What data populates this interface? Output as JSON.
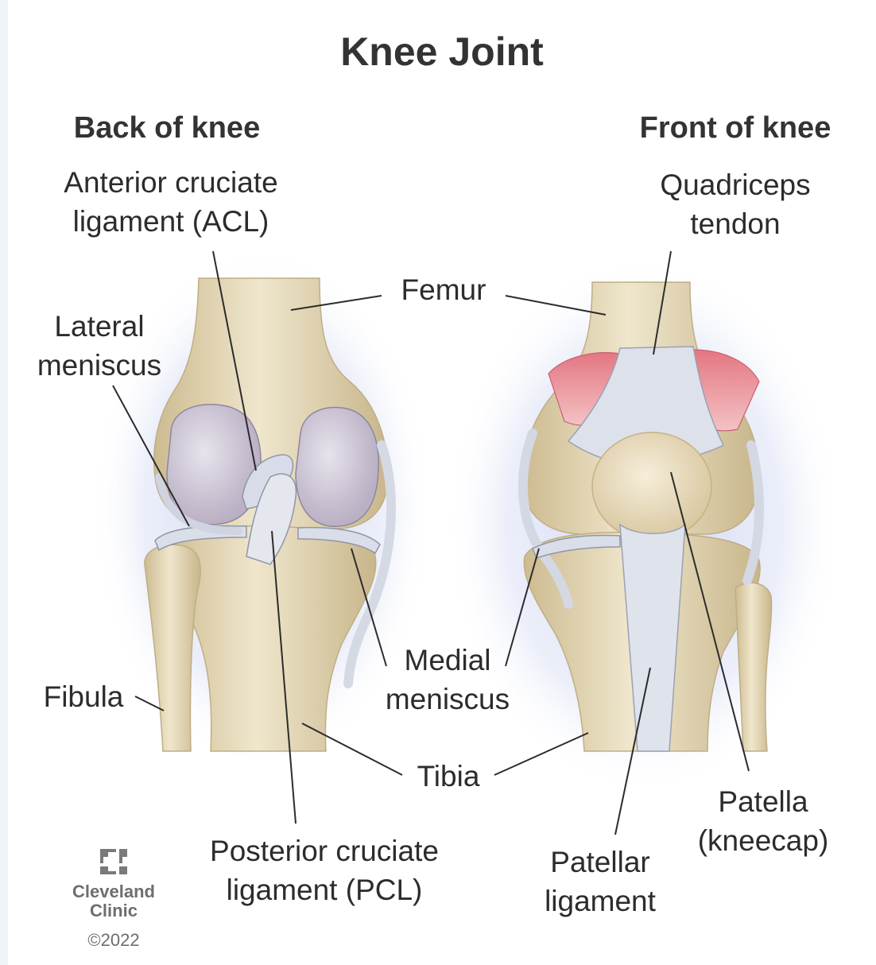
{
  "title": "Knee Joint",
  "views": {
    "back": "Back of knee",
    "front": "Front of knee"
  },
  "labels": {
    "acl": [
      "Anterior cruciate",
      "ligament (ACL)"
    ],
    "lateral_meniscus": [
      "Lateral",
      "meniscus"
    ],
    "femur": "Femur",
    "quadriceps_tendon": [
      "Quadriceps",
      "tendon"
    ],
    "medial_meniscus": [
      "Medial",
      "meniscus"
    ],
    "fibula": "Fibula",
    "tibia": "Tibia",
    "pcl": [
      "Posterior cruciate",
      "ligament (PCL)"
    ],
    "patellar_ligament": [
      "Patellar",
      "ligament"
    ],
    "patella": [
      "Patella",
      "(kneecap)"
    ]
  },
  "logo": {
    "name": [
      "Cleveland",
      "Clinic"
    ],
    "year": "©2022"
  },
  "colors": {
    "bone": "#e6dcc0",
    "bone_shadow": "#c9b88f",
    "cartilage": "#cfc8d6",
    "ligament": "#d8dce6",
    "muscle": "#df8892",
    "glow": "#c6cff0",
    "text": "#2c2c2c"
  }
}
